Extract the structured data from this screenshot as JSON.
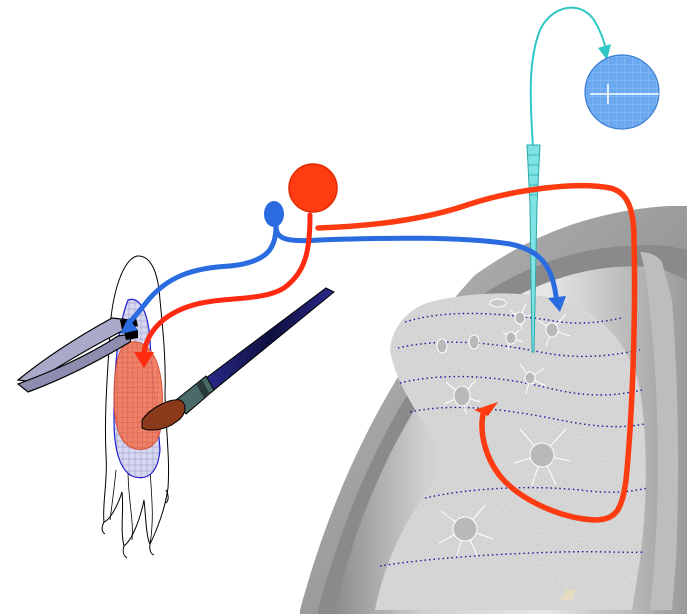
{
  "diagram": {
    "elements": [
      "paw-outline",
      "forceps-icon",
      "paintbrush-icon",
      "blue-neuron-soma",
      "red-neuron-soma",
      "blue-afferent-fiber",
      "red-afferent-fiber",
      "spinal-cord-section",
      "recording-electrode",
      "oscilloscope-display"
    ],
    "colors": {
      "blue_fiber": "#2a6be0",
      "red_fiber": "#ff3b12",
      "electrode": "#2fc6c6",
      "oscilloscope": "#6aa8f0",
      "forceps": "#a9a9c9",
      "paw_blue_field": "#8e8ee8",
      "paw_red_field": "#f06a50",
      "brush_handle": "#1b1b6e",
      "brush_tip": "#8a3a1a",
      "cord_gray": "#c8c8c8",
      "lamina_line": "#1a1a9a"
    }
  }
}
